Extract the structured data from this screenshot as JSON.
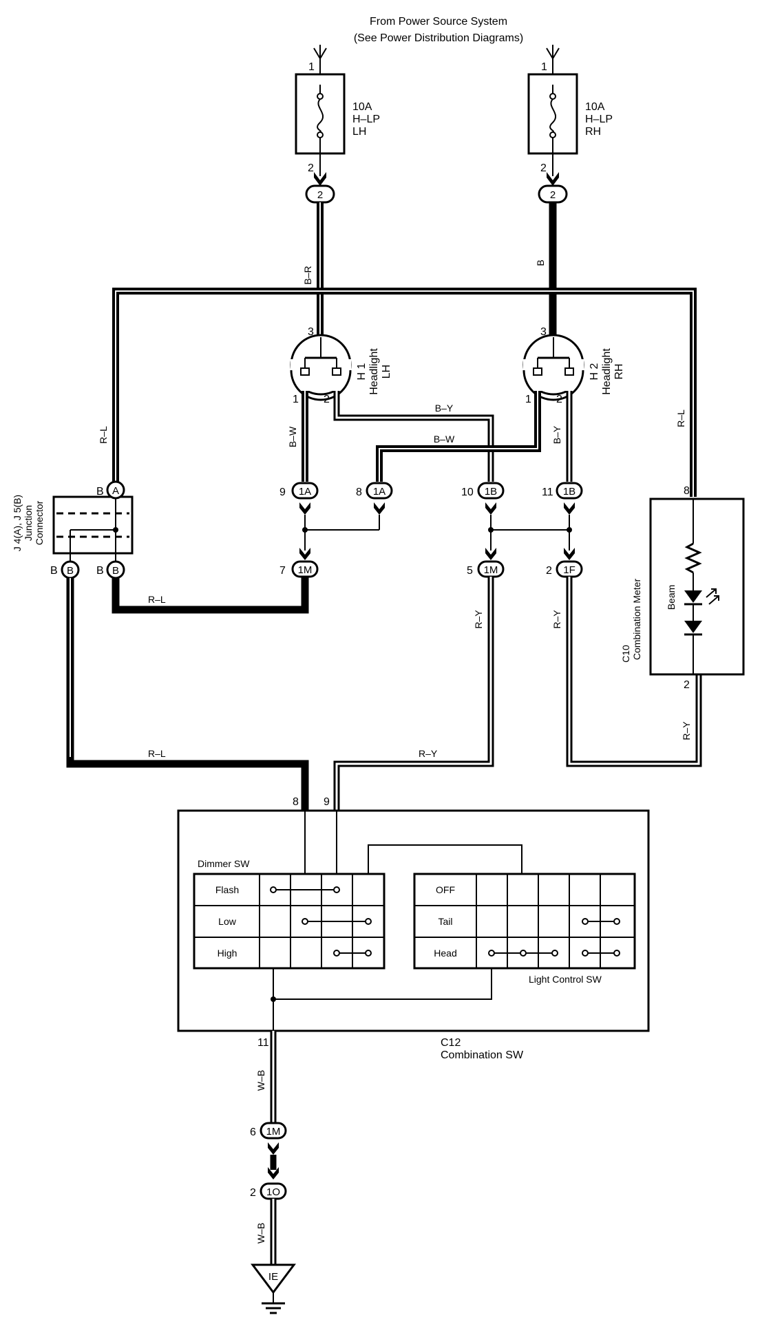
{
  "source": {
    "line1": "From Power Source System",
    "line2": "(See Power Distribution Diagrams)"
  },
  "fuses": [
    {
      "rating": "10A",
      "name": "H–LP",
      "side": "LH",
      "pin_in": "1",
      "pin_out": "2"
    },
    {
      "rating": "10A",
      "name": "H–LP",
      "side": "RH",
      "pin_in": "1",
      "pin_out": "2"
    }
  ],
  "junction_top": {
    "left": "2",
    "right": "2"
  },
  "wires": {
    "b_r": "B–R",
    "b": "B",
    "r_l_left": "R–L",
    "r_l_right": "R–L",
    "b_w_left": "B–W",
    "b_y_right": "B–Y",
    "b_y_mid": "B–Y",
    "b_w_mid": "B–W",
    "r_l_bottom1": "R–L",
    "r_l_bottom2": "R–L",
    "r_y_1": "R–Y",
    "r_y_2": "R–Y",
    "r_y_3": "R–Y",
    "r_y_4": "R–Y",
    "w_b_1": "W–B",
    "w_b_2": "W–B"
  },
  "headlights": [
    {
      "code": "H 1",
      "name": "Headlight",
      "side": "LH",
      "pin3": "3",
      "pin1": "1",
      "pin2": "2"
    },
    {
      "code": "H 2",
      "name": "Headlight",
      "side": "RH",
      "pin3": "3",
      "pin1": "1",
      "pin2": "2"
    }
  ],
  "junction_connector": {
    "label1": "J 4(A), J 5(B)",
    "label2": "Junction",
    "label3": "Connector",
    "a": "A",
    "b": "B",
    "pb_top": "B",
    "pb_left": "B",
    "pb_right": "B"
  },
  "connectors": [
    {
      "pin": "9",
      "id": "1A"
    },
    {
      "pin": "8",
      "id": "1A"
    },
    {
      "pin": "10",
      "id": "1B"
    },
    {
      "pin": "11",
      "id": "1B"
    },
    {
      "pin": "7",
      "id": "1M"
    },
    {
      "pin": "5",
      "id": "1M"
    },
    {
      "pin": "2",
      "id": "1F"
    }
  ],
  "meter": {
    "code": "C10",
    "name": "Combination Meter",
    "item": "Beam",
    "pin_top": "8",
    "pin_bottom": "2"
  },
  "combo_sw": {
    "code": "C12",
    "name": "Combination SW",
    "pin8": "8",
    "pin9": "9",
    "pin11": "11",
    "dimmer_title": "Dimmer SW",
    "dimmer_rows": [
      "Flash",
      "Low",
      "High"
    ],
    "light_title": "Light Control SW",
    "light_rows": [
      "OFF",
      "Tail",
      "Head"
    ]
  },
  "ground_conn": [
    {
      "pin": "6",
      "id": "1M"
    },
    {
      "pin": "2",
      "id": "1O"
    }
  ],
  "ground": {
    "id": "IE"
  }
}
